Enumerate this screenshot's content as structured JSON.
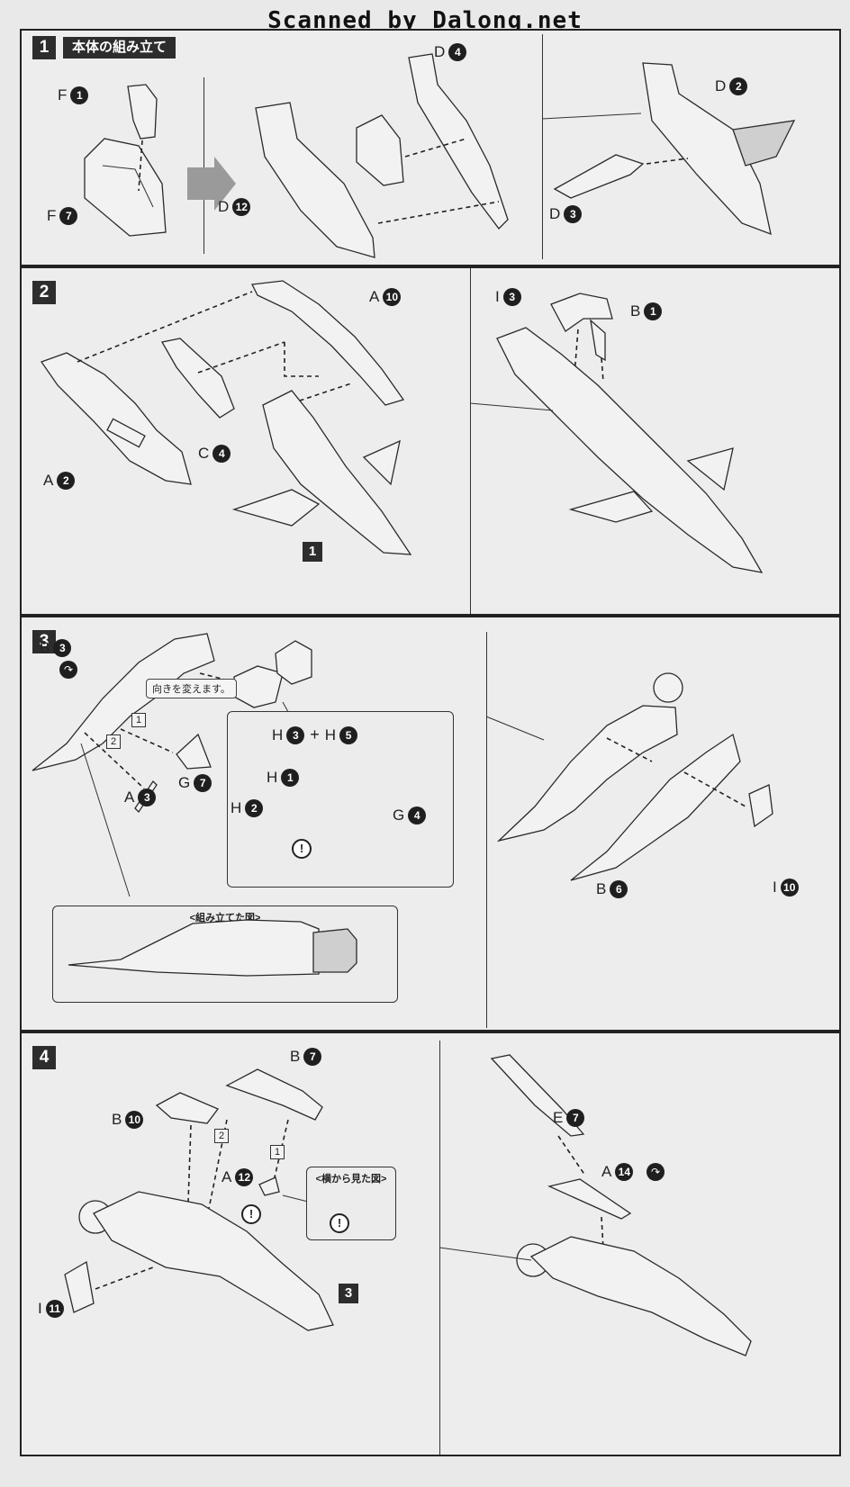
{
  "watermark": "Scanned by Dalong.net",
  "steps": [
    {
      "num": "1",
      "title": "本体の組み立て",
      "labels": {
        "f1": "F",
        "f1n": "1",
        "f7": "F",
        "f7n": "7",
        "d4": "D",
        "d4n": "4",
        "d12": "D",
        "d12n": "12",
        "d2": "D",
        "d2n": "2",
        "d3": "D",
        "d3n": "3"
      }
    },
    {
      "num": "2",
      "labels": {
        "a10": "A",
        "a10n": "10",
        "a2": "A",
        "a2n": "2",
        "c4": "C",
        "c4n": "4",
        "ref": "1",
        "i3": "I",
        "i3n": "3",
        "b1": "B",
        "b1n": "1"
      }
    },
    {
      "num": "3",
      "note": "向きを変えます。",
      "inset_title": "<組み立てた図>",
      "order1": "1",
      "order2": "2",
      "labels": {
        "b3": "B",
        "b3n": "3",
        "a3": "A",
        "a3n": "3",
        "g7": "G",
        "g7n": "7",
        "h3": "H",
        "h3n": "3",
        "plus": "+",
        "h5": "H",
        "h5n": "5",
        "h1": "H",
        "h1n": "1",
        "h2": "H",
        "h2n": "2",
        "g4": "G",
        "g4n": "4",
        "b6": "B",
        "b6n": "6",
        "i10": "I",
        "i10n": "10"
      }
    },
    {
      "num": "4",
      "inset_title": "<横から見た図>",
      "order1": "1",
      "order2": "2",
      "ref": "3",
      "labels": {
        "b7": "B",
        "b7n": "7",
        "b10": "B",
        "b10n": "10",
        "a12": "A",
        "a12n": "12",
        "i11": "I",
        "i11n": "11",
        "e7": "E",
        "e7n": "7",
        "a14": "A",
        "a14n": "14"
      }
    }
  ],
  "warning_symbol": "!",
  "rotate_symbol": "↷"
}
